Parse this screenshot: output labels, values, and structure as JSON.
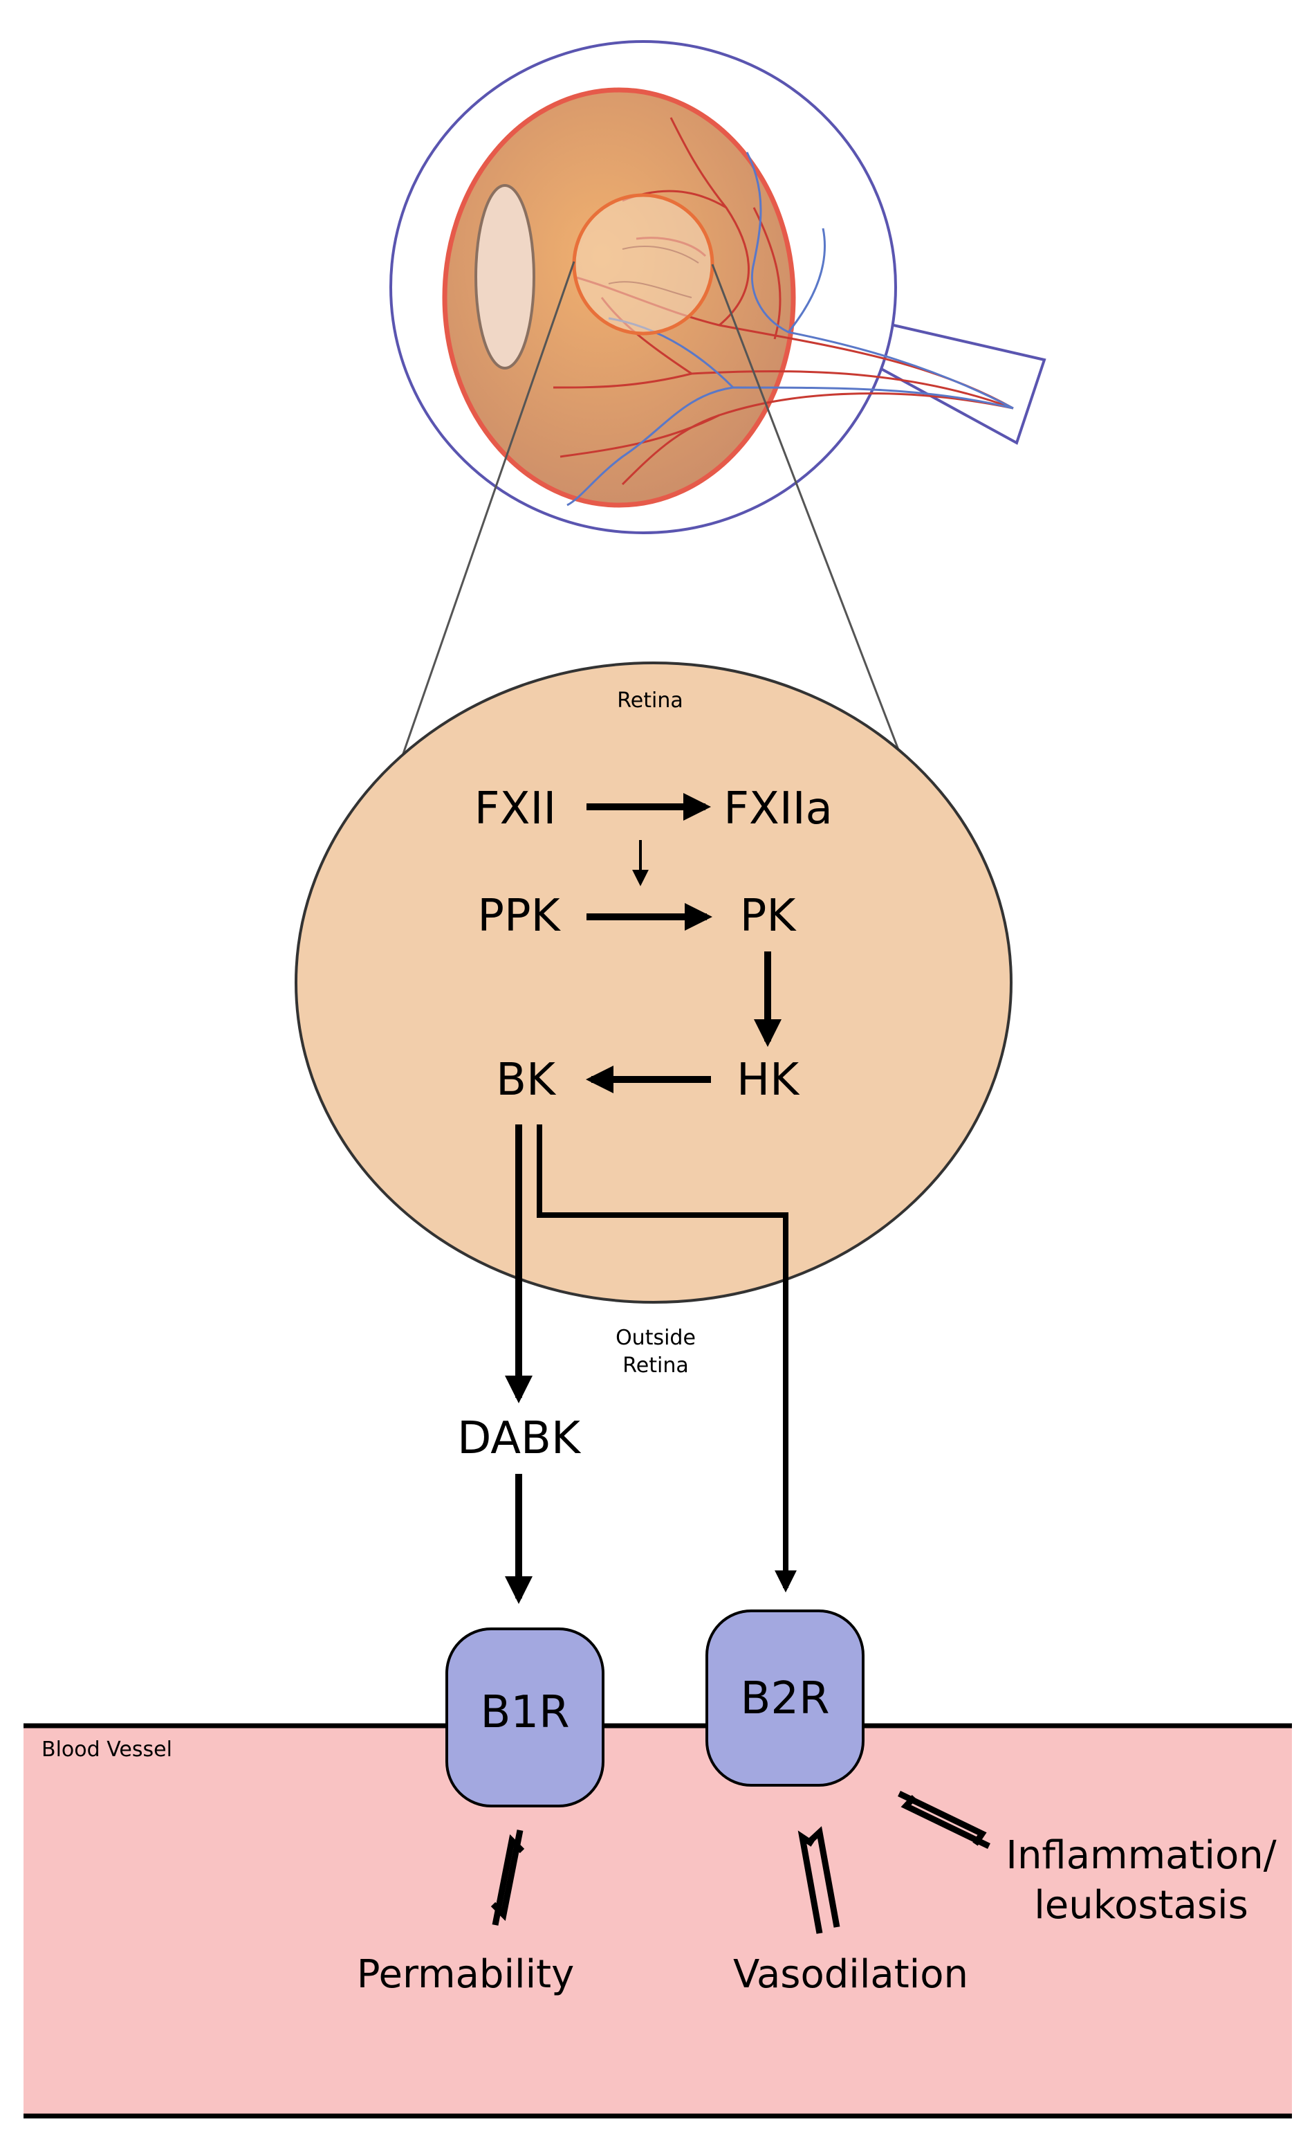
{
  "labels": {
    "retina": "Retina",
    "outside_retina_line1": "Outside",
    "outside_retina_line2": "Retina",
    "blood_vessel": "Blood Vessel"
  },
  "nodes": {
    "fxii": "FXII",
    "fxiia": "FXIIa",
    "ppk": "PPK",
    "pk": "PK",
    "hk": "HK",
    "bk": "BK",
    "dabk": "DABK",
    "b1r": "B1R",
    "b2r": "B2R"
  },
  "effects": {
    "permeability": "Permability",
    "vasodilation": "Vasodilation",
    "inflammation_line1": "Inflammation/",
    "inflammation_line2": "leukostasis"
  },
  "colors": {
    "eye_outline": "#5a55b0",
    "eye_fill": "#e8a468",
    "retina_rim": "#e65a4a",
    "artery": "#c83a32",
    "vein": "#5a78c8",
    "lens": "#f0d7c6",
    "retina_circle": "#f2ceab",
    "receptor": "#a3a8e0",
    "blood_vessel": "#f9c3c3"
  }
}
